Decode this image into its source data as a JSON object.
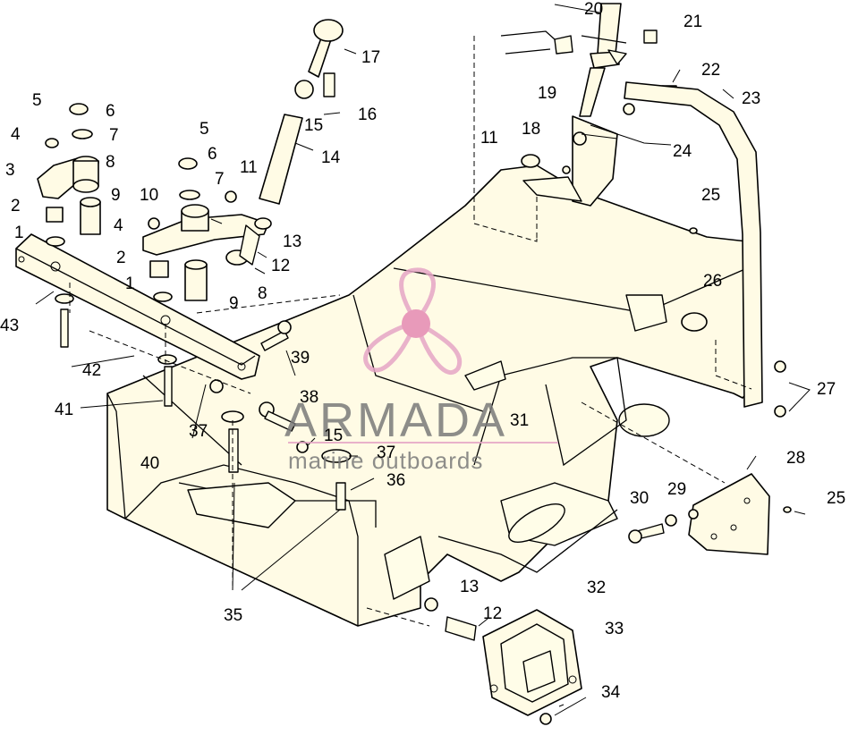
{
  "callouts": [
    {
      "id": "c1",
      "label": "1"
    },
    {
      "id": "c1b",
      "label": "1"
    },
    {
      "id": "c2",
      "label": "2"
    },
    {
      "id": "c2b",
      "label": "2"
    },
    {
      "id": "c3",
      "label": "3"
    },
    {
      "id": "c4",
      "label": "4"
    },
    {
      "id": "c4b",
      "label": "4"
    },
    {
      "id": "c5",
      "label": "5"
    },
    {
      "id": "c5b",
      "label": "5"
    },
    {
      "id": "c6",
      "label": "6"
    },
    {
      "id": "c6b",
      "label": "6"
    },
    {
      "id": "c7",
      "label": "7"
    },
    {
      "id": "c7b",
      "label": "7"
    },
    {
      "id": "c8",
      "label": "8"
    },
    {
      "id": "c8b",
      "label": "8"
    },
    {
      "id": "c9",
      "label": "9"
    },
    {
      "id": "c9b",
      "label": "9"
    },
    {
      "id": "c10",
      "label": "10"
    },
    {
      "id": "c11",
      "label": "11"
    },
    {
      "id": "c11b",
      "label": "11"
    },
    {
      "id": "c12",
      "label": "12"
    },
    {
      "id": "c12b",
      "label": "12"
    },
    {
      "id": "c13",
      "label": "13"
    },
    {
      "id": "c13b",
      "label": "13"
    },
    {
      "id": "c14",
      "label": "14"
    },
    {
      "id": "c15",
      "label": "15"
    },
    {
      "id": "c15b",
      "label": "15"
    },
    {
      "id": "c16",
      "label": "16"
    },
    {
      "id": "c17",
      "label": "17"
    },
    {
      "id": "c18",
      "label": "18"
    },
    {
      "id": "c19",
      "label": "19"
    },
    {
      "id": "c20",
      "label": "20"
    },
    {
      "id": "c21",
      "label": "21"
    },
    {
      "id": "c22",
      "label": "22"
    },
    {
      "id": "c23",
      "label": "23"
    },
    {
      "id": "c24",
      "label": "24"
    },
    {
      "id": "c25",
      "label": "25"
    },
    {
      "id": "c25b",
      "label": "25"
    },
    {
      "id": "c26",
      "label": "26"
    },
    {
      "id": "c27",
      "label": "27"
    },
    {
      "id": "c28",
      "label": "28"
    },
    {
      "id": "c29",
      "label": "29"
    },
    {
      "id": "c30",
      "label": "30"
    },
    {
      "id": "c31",
      "label": "31"
    },
    {
      "id": "c32",
      "label": "32"
    },
    {
      "id": "c33",
      "label": "33"
    },
    {
      "id": "c34",
      "label": "34"
    },
    {
      "id": "c35",
      "label": "35"
    },
    {
      "id": "c36",
      "label": "36"
    },
    {
      "id": "c37",
      "label": "37"
    },
    {
      "id": "c37b",
      "label": "37"
    },
    {
      "id": "c38",
      "label": "38"
    },
    {
      "id": "c39",
      "label": "39"
    },
    {
      "id": "c40",
      "label": "40"
    },
    {
      "id": "c41",
      "label": "41"
    },
    {
      "id": "c42",
      "label": "42"
    },
    {
      "id": "c43",
      "label": "43"
    }
  ],
  "watermark": {
    "brand": "ARMADA",
    "tagline": "marine outboards",
    "logo_color": "#e6a6c6",
    "logo_center_color": "#e48ab3",
    "text_color": "#7a7a7a"
  }
}
